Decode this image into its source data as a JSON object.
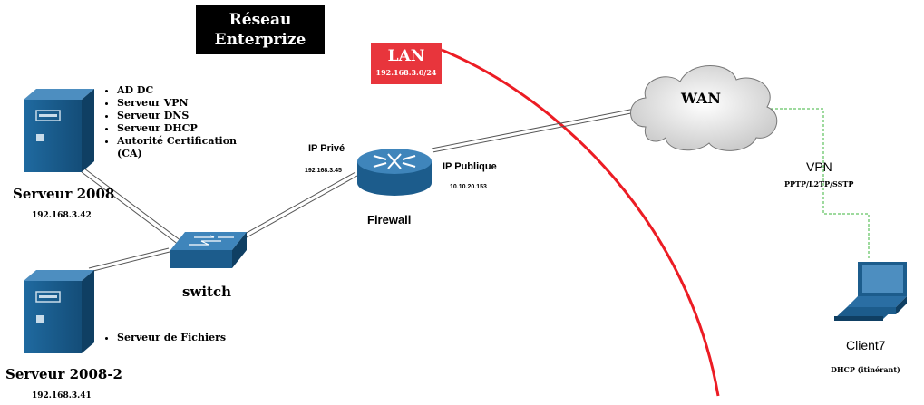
{
  "title": {
    "line1": "Réseau",
    "line2": "Enterprize"
  },
  "lan": {
    "label": "LAN",
    "subnet": "192.168.3.0/24"
  },
  "server1": {
    "name": "Serveur 2008",
    "ip": "192.168.3.42",
    "roles": [
      "AD DC",
      "Serveur VPN",
      "Serveur DNS",
      "Serveur DHCP",
      "Autorité Certification (CA)"
    ]
  },
  "server2": {
    "name": "Serveur 2008-2",
    "ip": "192.168.3.41",
    "roles": [
      "Serveur de Fichiers"
    ]
  },
  "switch": {
    "label": "switch"
  },
  "firewall": {
    "label": "Firewall",
    "private_label": "IP Privé",
    "private_ip": "192.168.3.45",
    "public_label": "IP Publique",
    "public_ip": "10.10.20.153"
  },
  "wan": {
    "label": "WAN"
  },
  "vpn": {
    "label": "VPN",
    "protocols": "PPTP/L2TP/SSTP"
  },
  "client": {
    "name": "Client7",
    "note": "DHCP (itinérant)"
  },
  "colors": {
    "lan_box": "#e8353c",
    "lan_boundary": "#ec1c24",
    "vpn_link": "#3cb43c",
    "device_blue": "#1c5c8c"
  }
}
